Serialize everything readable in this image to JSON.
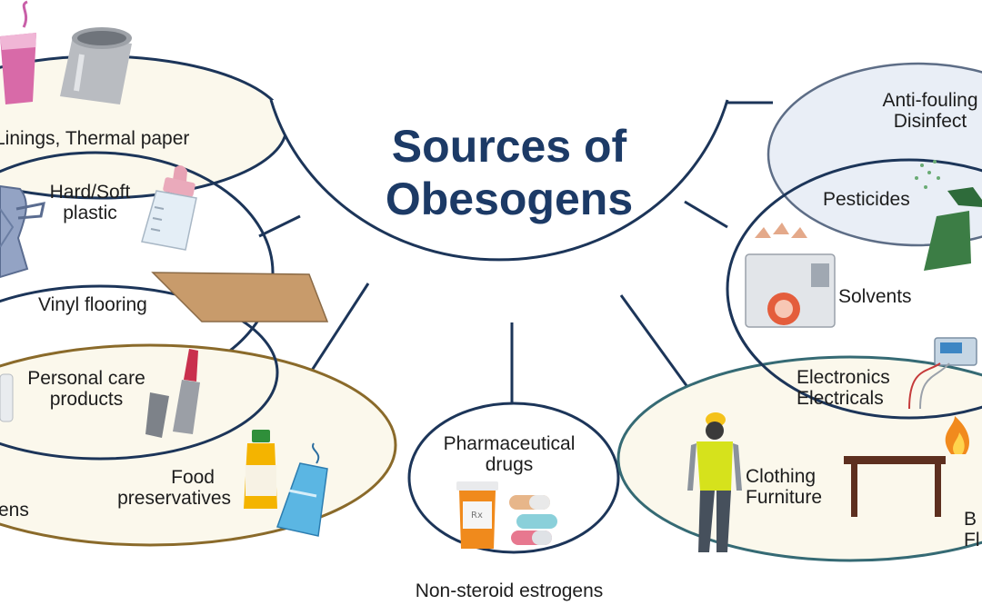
{
  "title": {
    "line1": "Sources of",
    "line2": "Obesogens"
  },
  "labels": {
    "can_linings": "Linings, Thermal paper",
    "plastic": [
      "Hard/Soft",
      "plastic"
    ],
    "vinyl": "Vinyl flooring",
    "personal_care": [
      "Personal care",
      "products"
    ],
    "food": [
      "Food",
      "preservatives"
    ],
    "group_left_cut": "ens",
    "pharma": [
      "Pharmaceutical",
      "drugs"
    ],
    "non_steroid": "Non-steroid estrogens",
    "antifouling": [
      "Anti-fouling",
      "Disinfect"
    ],
    "pesticides": "Pesticides",
    "solvents": "Solvents",
    "electronics": [
      "Electronics",
      "Electricals"
    ],
    "clothing": [
      "Clothing",
      "Furniture"
    ],
    "group_right_cut": [
      "B",
      "Fl"
    ]
  },
  "colors": {
    "title": "#1c3a66",
    "line": "#1c3559",
    "ellipse_cream": "#fbf8ec",
    "ellipse_blue": "#e9eef6",
    "ellipse_cream_stroke": "#8a6a2a",
    "ellipse_teal_stroke": "#356a74"
  },
  "icons": [
    "cup-icon",
    "can-icon",
    "mask-icon",
    "baby-bottle-icon",
    "vinyl-tile-icon",
    "lipstick-icon",
    "lotion-icon",
    "juice-bottle-icon",
    "water-bottle-icon",
    "pill-bottle-icon",
    "capsule-icon",
    "spray-bottle-icon",
    "lab-instrument-icon",
    "electronic-device-icon",
    "worker-icon",
    "table-icon",
    "flame-icon"
  ]
}
